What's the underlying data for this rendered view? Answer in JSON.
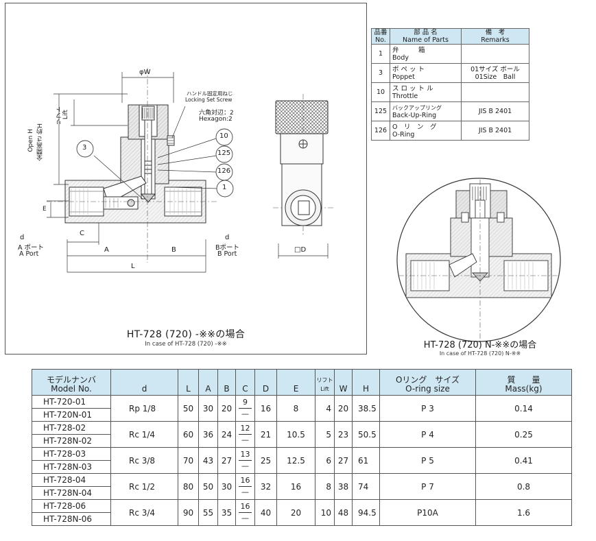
{
  "drawing": {
    "dim_phiW": "φW",
    "note_locking_jp": "ハンドル固定用ねじ",
    "note_locking_en": "Locking Set Screw",
    "note_hex_jp": "六角対辺：2",
    "note_hex_en": "Hexagon:2",
    "lift_jp": "リフト",
    "lift_en": "Lift",
    "openH_jp": "全開高さ 約H",
    "openH_en": "Open H",
    "dim_E": "E",
    "dim_C": "C",
    "dim_A": "A",
    "dim_B": "B",
    "dim_L": "L",
    "dim_D": "□D",
    "d_left": "d",
    "d_right": "d",
    "a_port_jp": "A ポート",
    "a_port_en": "A Port",
    "b_port_jp": "Bポート",
    "b_port_en": "B Port",
    "callouts": [
      "3",
      "10",
      "125",
      "126",
      "1"
    ],
    "caption_main": "HT-728 (720) -※※の場合",
    "caption_sub": "In case of HT-728 (720) -※※"
  },
  "detail": {
    "caption_main": "HT-728 (720) N-※※の場合",
    "caption_sub": "In case of HT-728 (720) N-※※"
  },
  "parts_table": {
    "headers": {
      "no_jp": "品番",
      "no_en": "No.",
      "name_jp": "部 品 名",
      "name_en": "Name of Parts",
      "remarks_jp": "備　考",
      "remarks_en": "Remarks"
    },
    "rows": [
      {
        "no": "1",
        "jp": "弁　　　箱",
        "en": "Body",
        "remarks_1": "",
        "remarks_2": ""
      },
      {
        "no": "3",
        "jp": "ポ ペ ッ ト",
        "en": "Poppet",
        "remarks_1": "01サイズ ボール",
        "remarks_2": "01Size　Ball"
      },
      {
        "no": "10",
        "jp": "ス ロ ッ ト ル",
        "en": "Throttle",
        "remarks_1": "",
        "remarks_2": ""
      },
      {
        "no": "125",
        "jp": "バックアップリング",
        "en": "Back-Up-Ring",
        "remarks_1": "JIS B 2401",
        "remarks_2": ""
      },
      {
        "no": "126",
        "jp": "O　リ　ン　グ",
        "en": "O-Ring",
        "remarks_1": "JIS B 2401",
        "remarks_2": ""
      }
    ]
  },
  "spec_table": {
    "headers": {
      "model_jp": "モデルナンバ",
      "model_en": "Model No.",
      "d": "d",
      "L": "L",
      "A": "A",
      "B": "B",
      "C": "C",
      "D": "D",
      "E": "E",
      "lift_jp": "リフト",
      "lift_en": "Lift",
      "W": "W",
      "H": "H",
      "oring_jp": "Oリング　サイズ",
      "oring_en": "O-ring size",
      "mass_jp": "質　　量",
      "mass_en": "Mass(kg)"
    },
    "rows": [
      {
        "m1": "HT-720-01",
        "m2": "HT-720N-01",
        "d": "Rp 1/8",
        "L": "50",
        "A": "30",
        "B": "20",
        "C": "9",
        "C2": "—",
        "D": "16",
        "E": "8",
        "lift": "4",
        "W": "20",
        "H": "38.5",
        "oring": "P 3",
        "mass": "0.14"
      },
      {
        "m1": "HT-728-02",
        "m2": "HT-728N-02",
        "d": "Rc 1/4",
        "L": "60",
        "A": "36",
        "B": "24",
        "C": "12",
        "C2": "—",
        "D": "21",
        "E": "10.5",
        "lift": "5",
        "W": "23",
        "H": "50.5",
        "oring": "P 4",
        "mass": "0.25"
      },
      {
        "m1": "HT-728-03",
        "m2": "HT-728N-03",
        "d": "Rc 3/8",
        "L": "70",
        "A": "43",
        "B": "27",
        "C": "13",
        "C2": "—",
        "D": "25",
        "E": "12.5",
        "lift": "6",
        "W": "27",
        "H": "61",
        "oring": "P 5",
        "mass": "0.41"
      },
      {
        "m1": "HT-728-04",
        "m2": "HT-728N-04",
        "d": "Rc 1/2",
        "L": "80",
        "A": "50",
        "B": "30",
        "C": "16",
        "C2": "—",
        "D": "32",
        "E": "16",
        "lift": "8",
        "W": "38",
        "H": "74",
        "oring": "P 7",
        "mass": "0.8"
      },
      {
        "m1": "HT-728-06",
        "m2": "HT-728N-06",
        "d": "Rc 3/4",
        "L": "90",
        "A": "55",
        "B": "35",
        "C": "16",
        "C2": "—",
        "D": "40",
        "E": "20",
        "lift": "10",
        "W": "48",
        "H": "94.5",
        "oring": "P10A",
        "mass": "1.6"
      }
    ]
  }
}
